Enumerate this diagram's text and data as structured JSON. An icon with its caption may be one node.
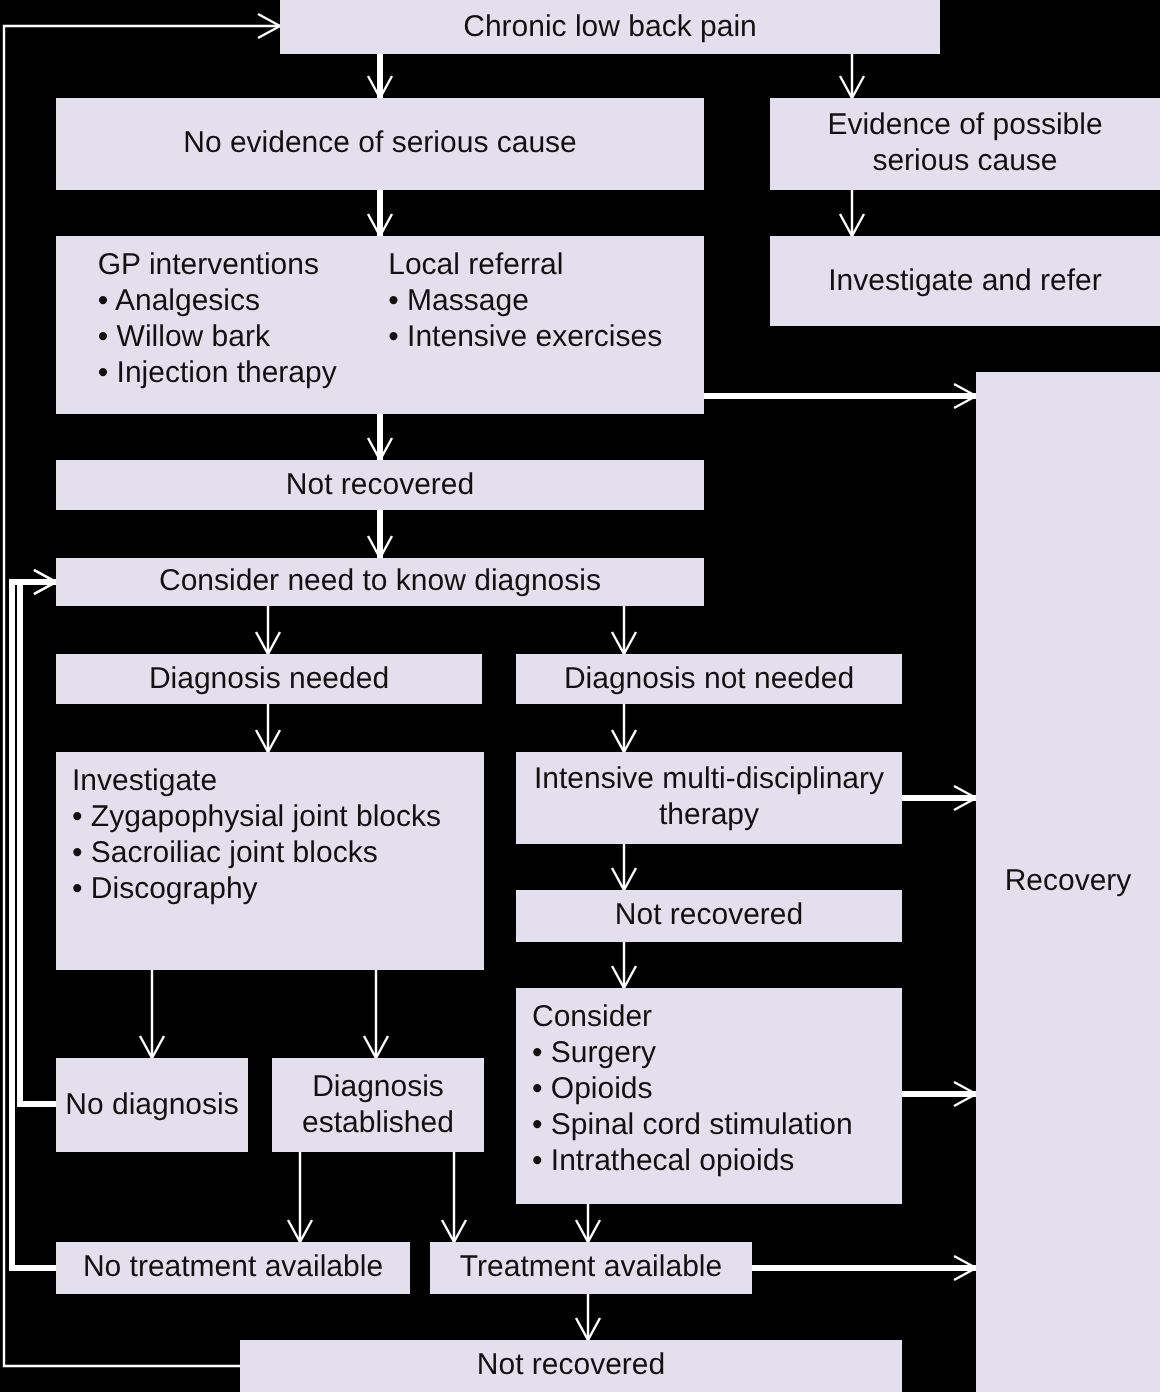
{
  "diagram": {
    "nodes": [
      {
        "text": [
          "Chronic low back pain"
        ]
      },
      {
        "text": [
          "No evidence of serious cause"
        ]
      },
      {
        "text": [
          "Evidence of possible serious cause"
        ]
      },
      {
        "text": [
          "GP interventions",
          "• Analgesics",
          "• Willow bark",
          "• Injection therapy",
          "Local referral",
          "• Massage",
          "• Intensive exercises"
        ]
      },
      {
        "text": [
          "Investigate and refer"
        ]
      },
      {
        "text": [
          "Not recovered"
        ]
      },
      {
        "text": [
          "Recovery"
        ]
      },
      {
        "text": [
          "Consider need to know diagnosis"
        ]
      },
      {
        "text": [
          "Diagnosis needed"
        ]
      },
      {
        "text": [
          "Diagnosis not needed"
        ]
      },
      {
        "text": [
          "Investigate",
          "• Zygapophysial joint blocks",
          "• Sacroiliac joint blocks",
          "• Discography"
        ]
      },
      {
        "text": [
          "Intensive multi-disciplinary therapy"
        ]
      },
      {
        "text": [
          "Not recovered"
        ]
      },
      {
        "text": [
          "No diagnosis"
        ]
      },
      {
        "text": [
          "Diagnosis established"
        ]
      },
      {
        "text": [
          "Consider",
          "• Surgery",
          "• Opioids",
          "• Spinal cord stimulation",
          "• Intrathecal opioids"
        ]
      },
      {
        "text": [
          "No treatment available"
        ]
      },
      {
        "text": [
          "Treatment available"
        ]
      },
      {
        "text": [
          "Not recovered"
        ]
      }
    ],
    "edges": [
      {
        "from": 0,
        "to": 1,
        "arrow": "to",
        "style": "thick"
      },
      {
        "from": 0,
        "to": 2,
        "arrow": "to"
      },
      {
        "from": 2,
        "to": 4,
        "arrow": "to"
      },
      {
        "from": 1,
        "to": 3,
        "arrow": "to",
        "style": "thick"
      },
      {
        "from": 3,
        "to": 5,
        "arrow": "to",
        "style": "thick"
      },
      {
        "from": 3,
        "to": 6,
        "arrow": "to",
        "style": "thick"
      },
      {
        "from": 5,
        "to": 7,
        "arrow": "to",
        "style": "thick"
      },
      {
        "from": 7,
        "to": 8,
        "arrow": "to"
      },
      {
        "from": 7,
        "to": 9,
        "arrow": "to"
      },
      {
        "from": 8,
        "to": 10,
        "arrow": "to"
      },
      {
        "from": 9,
        "to": 11,
        "arrow": "to"
      },
      {
        "from": 11,
        "to": 6,
        "arrow": "to",
        "style": "thick"
      },
      {
        "from": 11,
        "to": 12,
        "arrow": "to"
      },
      {
        "from": 12,
        "to": 15,
        "arrow": "to"
      },
      {
        "from": 10,
        "to": 13,
        "arrow": "to"
      },
      {
        "from": 10,
        "to": 14,
        "arrow": "to"
      },
      {
        "from": 14,
        "to": 16,
        "arrow": "to"
      },
      {
        "from": 14,
        "to": 17,
        "arrow": "to"
      },
      {
        "from": 15,
        "to": 17,
        "arrow": "to"
      },
      {
        "from": 15,
        "to": 6,
        "arrow": "to",
        "style": "thick"
      },
      {
        "from": 17,
        "to": 6,
        "arrow": "to",
        "style": "thick"
      },
      {
        "from": 17,
        "to": 18,
        "arrow": "to"
      },
      {
        "from": 18,
        "to": 0,
        "arrow": "to"
      },
      {
        "from": 13,
        "to": 7,
        "arrow": "to",
        "style": "thick"
      },
      {
        "from": 16,
        "to": 7,
        "arrow": "to",
        "style": "thick"
      }
    ]
  }
}
